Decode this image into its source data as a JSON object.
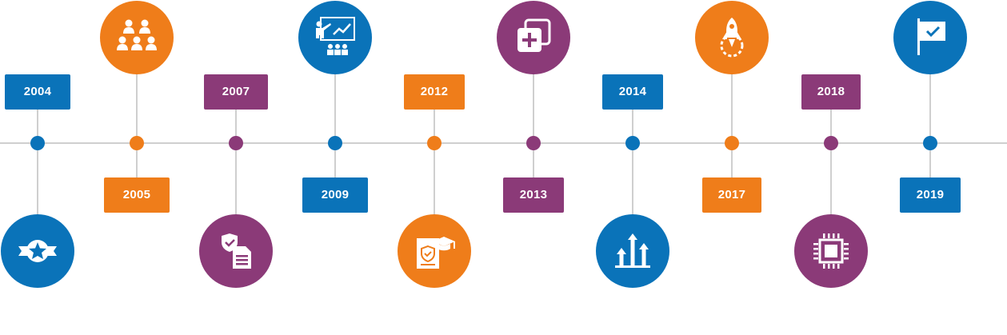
{
  "colors": {
    "blue": "#0a73b9",
    "orange": "#ef7d1a",
    "purple": "#8b3a78",
    "line": "#cfcfcf"
  },
  "milestones": [
    {
      "year": "2004",
      "color": "blue",
      "icon": "star-badge-icon"
    },
    {
      "year": "2005",
      "color": "orange",
      "icon": "team-icon"
    },
    {
      "year": "2007",
      "color": "purple",
      "icon": "shield-document-icon"
    },
    {
      "year": "2009",
      "color": "blue",
      "icon": "presentation-icon"
    },
    {
      "year": "2012",
      "color": "orange",
      "icon": "certificate-graduation-icon"
    },
    {
      "year": "2013",
      "color": "purple",
      "icon": "add-copy-icon"
    },
    {
      "year": "2014",
      "color": "blue",
      "icon": "growth-arrows-icon"
    },
    {
      "year": "2017",
      "color": "orange",
      "icon": "rocket-gear-icon"
    },
    {
      "year": "2018",
      "color": "purple",
      "icon": "microchip-icon"
    },
    {
      "year": "2019",
      "color": "blue",
      "icon": "flag-check-icon"
    }
  ]
}
